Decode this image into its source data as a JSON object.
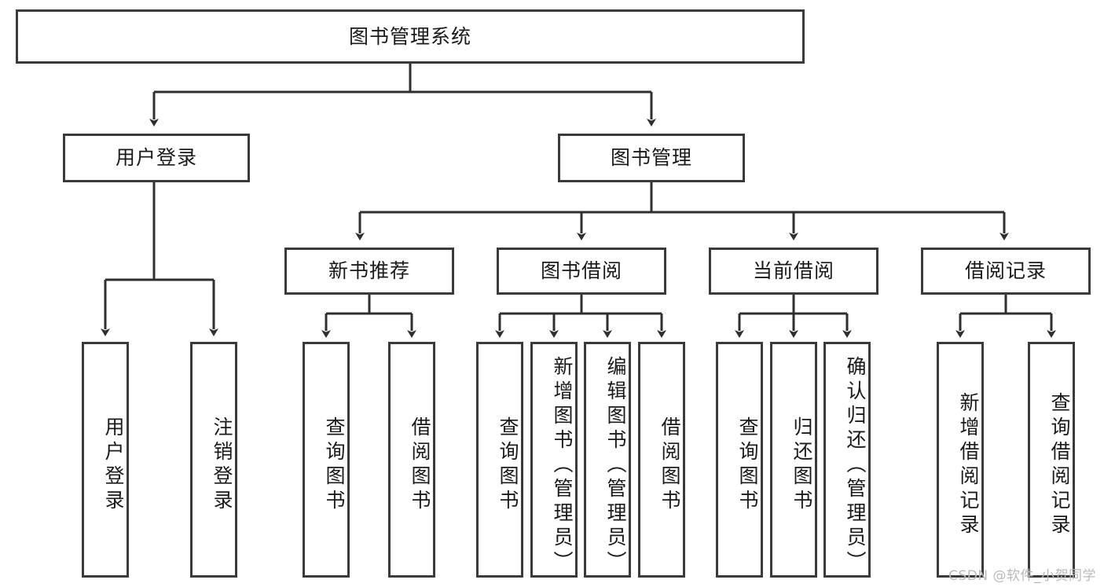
{
  "diagram": {
    "type": "tree-hierarchy",
    "title": "图书管理系统",
    "watermark": "CSDN @软件_小贺同学",
    "colors": {
      "box_border": "#3a3a3a",
      "box_fill": "#ffffff",
      "edge": "#2f2f2f",
      "text": "#1a1a1a",
      "watermark": "#b9b9b9"
    },
    "nodes": {
      "root": {
        "label": "图书管理系统"
      },
      "level2": [
        {
          "id": "user-login",
          "label": "用户登录"
        },
        {
          "id": "book-manage",
          "label": "图书管理"
        }
      ],
      "level3": [
        {
          "id": "new-book-recommend",
          "label": "新书推荐"
        },
        {
          "id": "book-borrow",
          "label": "图书借阅"
        },
        {
          "id": "current-borrow",
          "label": "当前借阅"
        },
        {
          "id": "borrow-record",
          "label": "借阅记录"
        }
      ],
      "leaves": {
        "user-login": [
          {
            "id": "leaf-user-login",
            "label": "用户登录"
          },
          {
            "id": "leaf-user-logout",
            "label": "注销登录"
          }
        ],
        "new-book-recommend": [
          {
            "id": "leaf-query-book-1",
            "label": "查询图书"
          },
          {
            "id": "leaf-borrow-book-1",
            "label": "借阅图书"
          }
        ],
        "book-borrow": [
          {
            "id": "leaf-query-book-2",
            "label": "查询图书"
          },
          {
            "id": "leaf-add-book",
            "label": "新增图书（管理员）"
          },
          {
            "id": "leaf-edit-book",
            "label": "编辑图书（管理员）"
          },
          {
            "id": "leaf-borrow-book-2",
            "label": "借阅图书"
          }
        ],
        "current-borrow": [
          {
            "id": "leaf-query-book-3",
            "label": "查询图书"
          },
          {
            "id": "leaf-return-book",
            "label": "归还图书"
          },
          {
            "id": "leaf-confirm-return",
            "label": "确认归还（管理员）"
          }
        ],
        "borrow-record": [
          {
            "id": "leaf-add-record",
            "label": "新增借阅记录"
          },
          {
            "id": "leaf-query-record",
            "label": "查询借阅记录"
          }
        ]
      }
    }
  }
}
